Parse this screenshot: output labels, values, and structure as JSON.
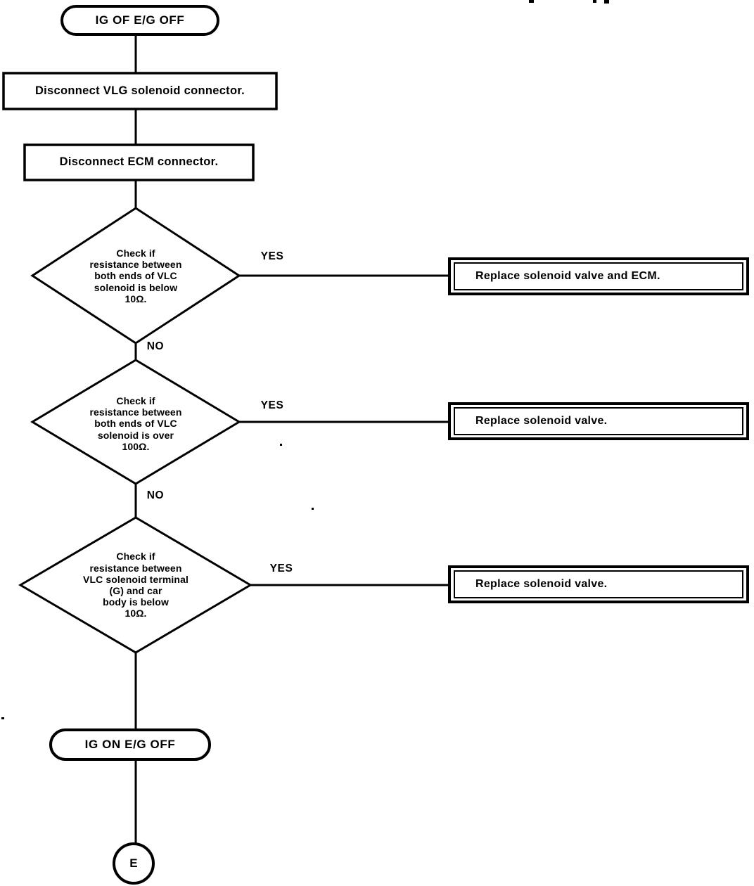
{
  "diagram": {
    "title": "VLC solenoid resistance check flowchart",
    "type": "flowchart",
    "orientation": "top-to-bottom",
    "stroke_color": "#000000",
    "fill_color": "#ffffff",
    "background_color": "#ffffff"
  },
  "nodes": {
    "start_terminator": {
      "shape": "terminator",
      "text": "IG OF  E/G OFF"
    },
    "process_1": {
      "shape": "process",
      "text": "Disconnect VLG solenoid connector."
    },
    "process_2": {
      "shape": "process",
      "text": "Disconnect ECM connector."
    },
    "decision_1": {
      "shape": "decision",
      "text": "Check if\nresistance between\nboth ends of VLC\nsolenoid is below\n10Ω."
    },
    "decision_2": {
      "shape": "decision",
      "text": "Check if\nresistance between\nboth ends of VLC\nsolenoid is over\n100Ω."
    },
    "decision_3": {
      "shape": "decision",
      "text": "Check if\nresistance between\nVLC solenoid terminal\n(G) and car\nbody is below\n10Ω."
    },
    "result_1": {
      "shape": "double-box",
      "text": "Replace solenoid valve and ECM."
    },
    "result_2": {
      "shape": "double-box",
      "text": "Replace solenoid valve."
    },
    "result_3": {
      "shape": "double-box",
      "text": "Replace solenoid valve."
    },
    "end_terminator": {
      "shape": "terminator",
      "text": "IG ON  E/G OFF"
    },
    "connector_e": {
      "shape": "circle",
      "text": "E"
    }
  },
  "edge_labels": {
    "yes_1": "YES",
    "no_1": "NO",
    "yes_2": "YES",
    "no_2": "NO",
    "yes_3": "YES"
  }
}
